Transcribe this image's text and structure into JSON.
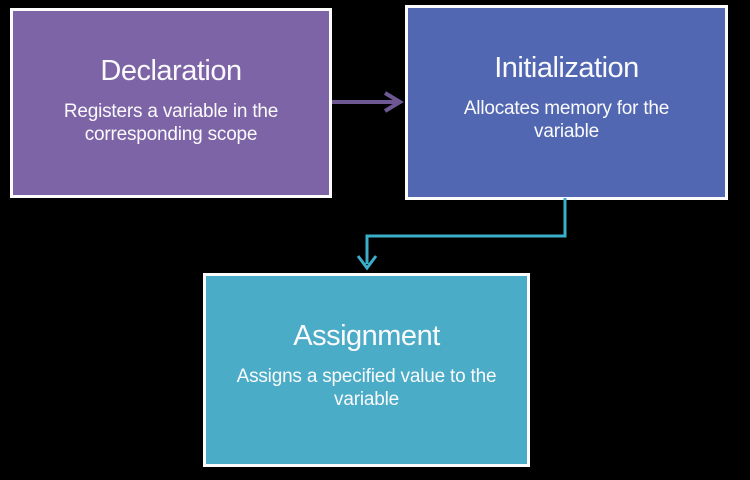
{
  "canvas": {
    "background": "#000000"
  },
  "diagram_type": "flow-diagram",
  "nodes": [
    {
      "id": "declaration",
      "title": "Declaration",
      "description_line1": "Registers a variable in the",
      "description_line2": "corresponding scope",
      "fill": "#7D64A6",
      "border_color": "#FCFCFC",
      "text_color": "#FFFFFF"
    },
    {
      "id": "initialization",
      "title": "Initialization",
      "description_line1": "Allocates memory for the",
      "description_line2": "variable",
      "fill": "#5267B2",
      "border_color": "#FCFCFC",
      "text_color": "#FFFFFF"
    },
    {
      "id": "assignment",
      "title": "Assignment",
      "description_line1": "Assigns a specified value to the",
      "description_line2": "variable",
      "fill": "#4AACC6",
      "border_color": "#FCFCFC",
      "text_color": "#FFFFFF"
    }
  ],
  "connectors": [
    {
      "id": "declaration-to-initialization",
      "from": "Declaration",
      "to": "Initialization",
      "shape": "straight-right-arrow",
      "color": "#6E5894"
    },
    {
      "id": "initialization-to-assignment",
      "from": "Initialization",
      "to": "Assignment",
      "shape": "elbow-down-arrow",
      "color": "#3BAEC9"
    }
  ]
}
